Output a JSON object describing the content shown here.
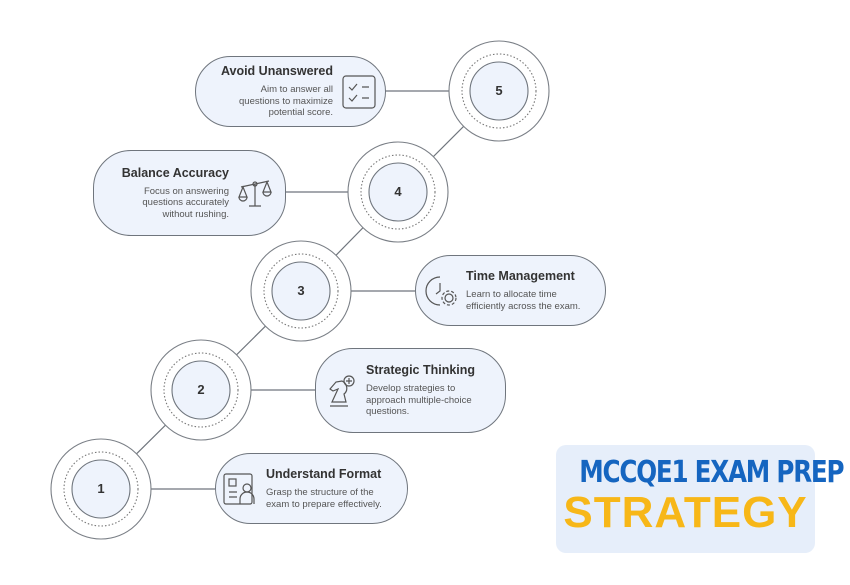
{
  "steps": [
    {
      "number": "1",
      "title": "Understand Format",
      "description": "Grasp the structure of the exam to prepare effectively.",
      "icon": "document-person-icon"
    },
    {
      "number": "2",
      "title": "Strategic Thinking",
      "description": "Develop strategies to approach multiple-choice questions.",
      "icon": "chess-knight-icon"
    },
    {
      "number": "3",
      "title": "Time Management",
      "description": "Learn to allocate time efficiently across the exam.",
      "icon": "clock-gear-icon"
    },
    {
      "number": "4",
      "title": "Balance Accuracy",
      "description": "Focus on answering questions accurately without rushing.",
      "icon": "scales-icon"
    },
    {
      "number": "5",
      "title": "Avoid Unanswered",
      "description": "Aim to answer all questions to maximize potential score.",
      "icon": "checklist-icon"
    }
  ],
  "brand": {
    "line1": "MCCQE1 EXAM PREP",
    "line2": "STRATEGY"
  },
  "colors": {
    "card_fill": "#eef3fc",
    "stroke": "#6f757d",
    "brand_blue": "#1565c0",
    "brand_yellow": "#f7b718",
    "brand_bg": "#e6eefa"
  }
}
